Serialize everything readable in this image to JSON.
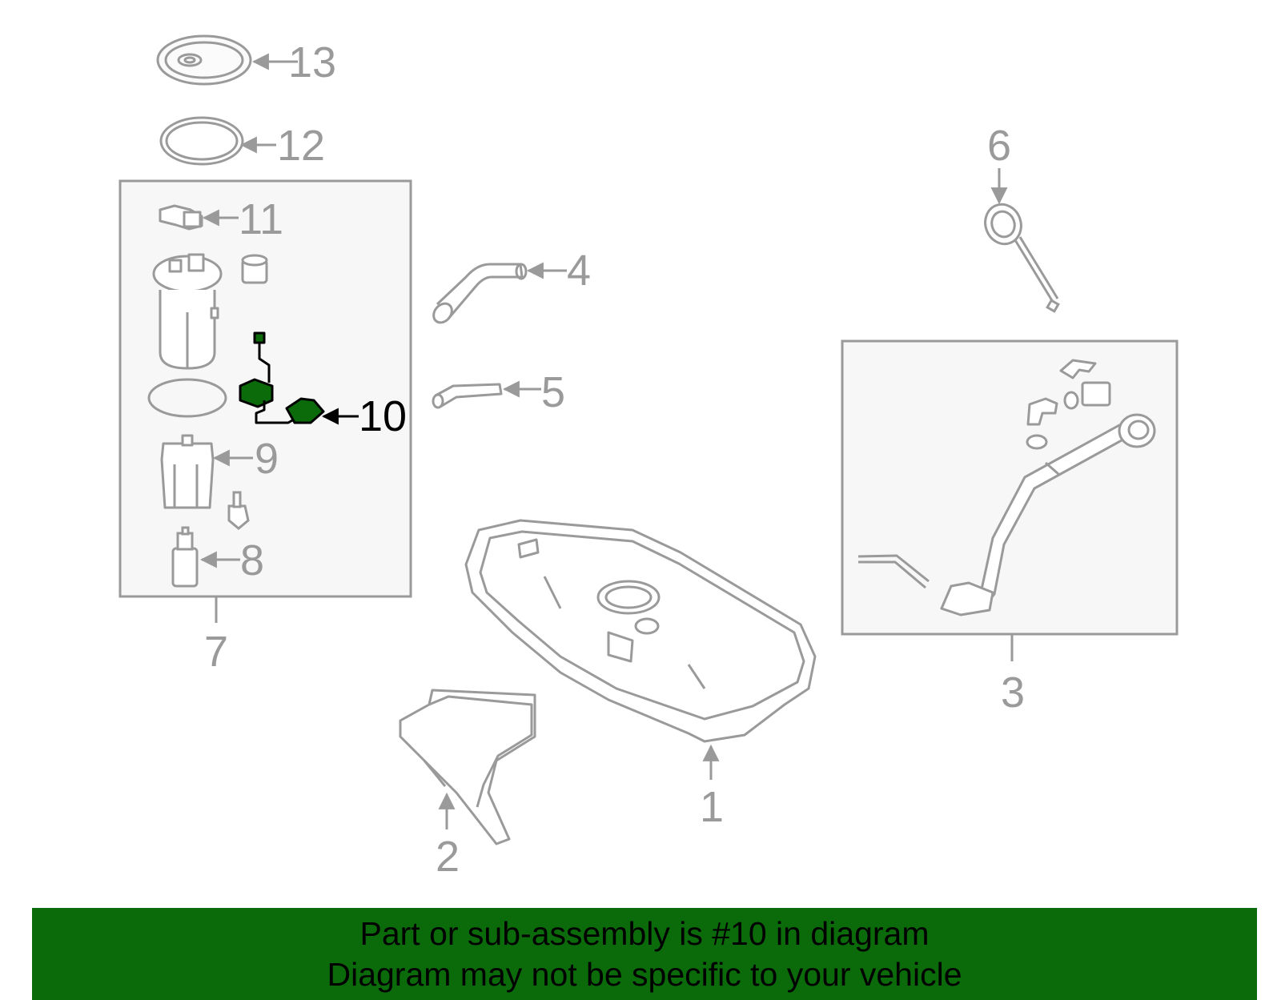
{
  "diagram": {
    "highlight_color": "#0b6b0b",
    "part_color": "#9a9a9a",
    "highlighted_part": "10",
    "callouts": {
      "c1": "1",
      "c2": "2",
      "c3": "3",
      "c4": "4",
      "c5": "5",
      "c6": "6",
      "c7": "7",
      "c8": "8",
      "c9": "9",
      "c10": "10",
      "c11": "11",
      "c12": "12",
      "c13": "13"
    }
  },
  "banner": {
    "line1": "Part or sub-assembly is #10 in diagram",
    "line2": "Diagram may not be specific to your vehicle"
  }
}
